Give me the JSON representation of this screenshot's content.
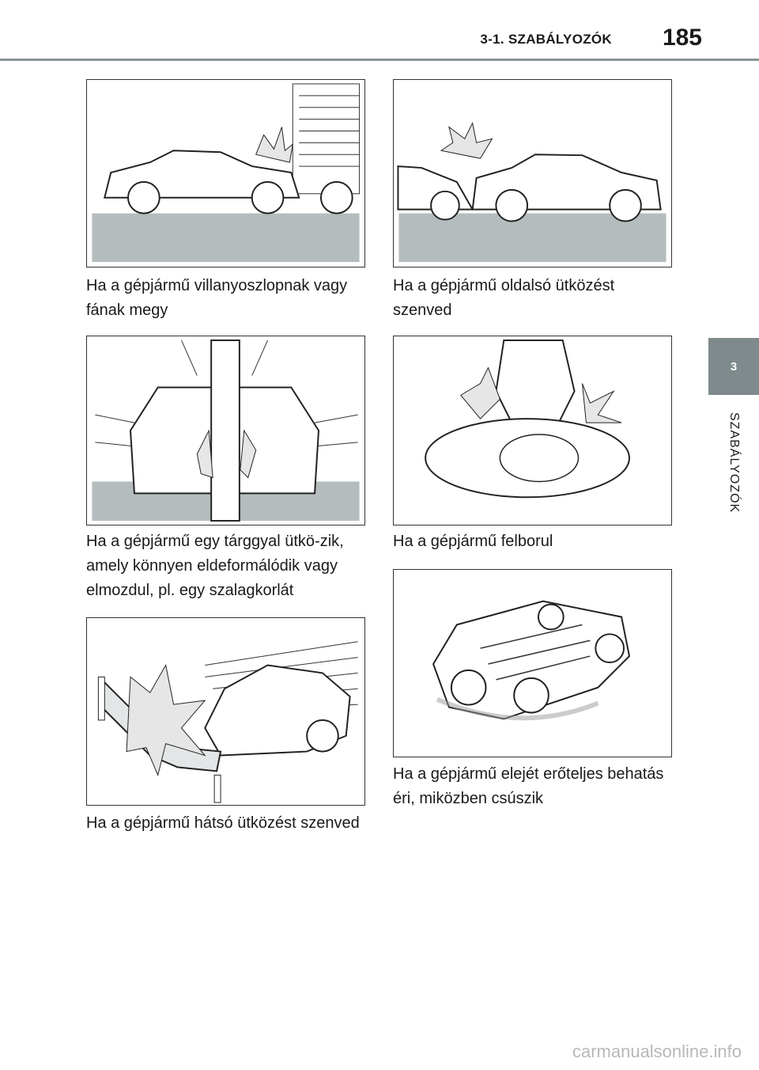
{
  "header": {
    "section": "3-1. SZABÁLYOZÓK",
    "page_number": "185"
  },
  "side_tab": {
    "chapter_number": "3",
    "chapter_label": "SZABÁLYOZÓK"
  },
  "figures": [
    {
      "caption": "Ha a gépjármű villanyoszlopnak vagy fának megy"
    },
    {
      "caption": "Ha a gépjármű oldalsó ütközést szenved"
    },
    {
      "caption": "Ha a gépjármű egy tárggyal ütkö-zik, amely könnyen eldeformálódik vagy elmozdul, pl. egy szalagkorlát"
    },
    {
      "caption": "Ha a gépjármű felborul"
    },
    {
      "caption": "Ha a gépjármű hátsó ütközést szenved"
    },
    {
      "caption": "Ha a gépjármű elejét erőteljes behatás éri, miközben csúszik"
    }
  ],
  "footer": {
    "watermark": "carmanualsonline.info"
  }
}
